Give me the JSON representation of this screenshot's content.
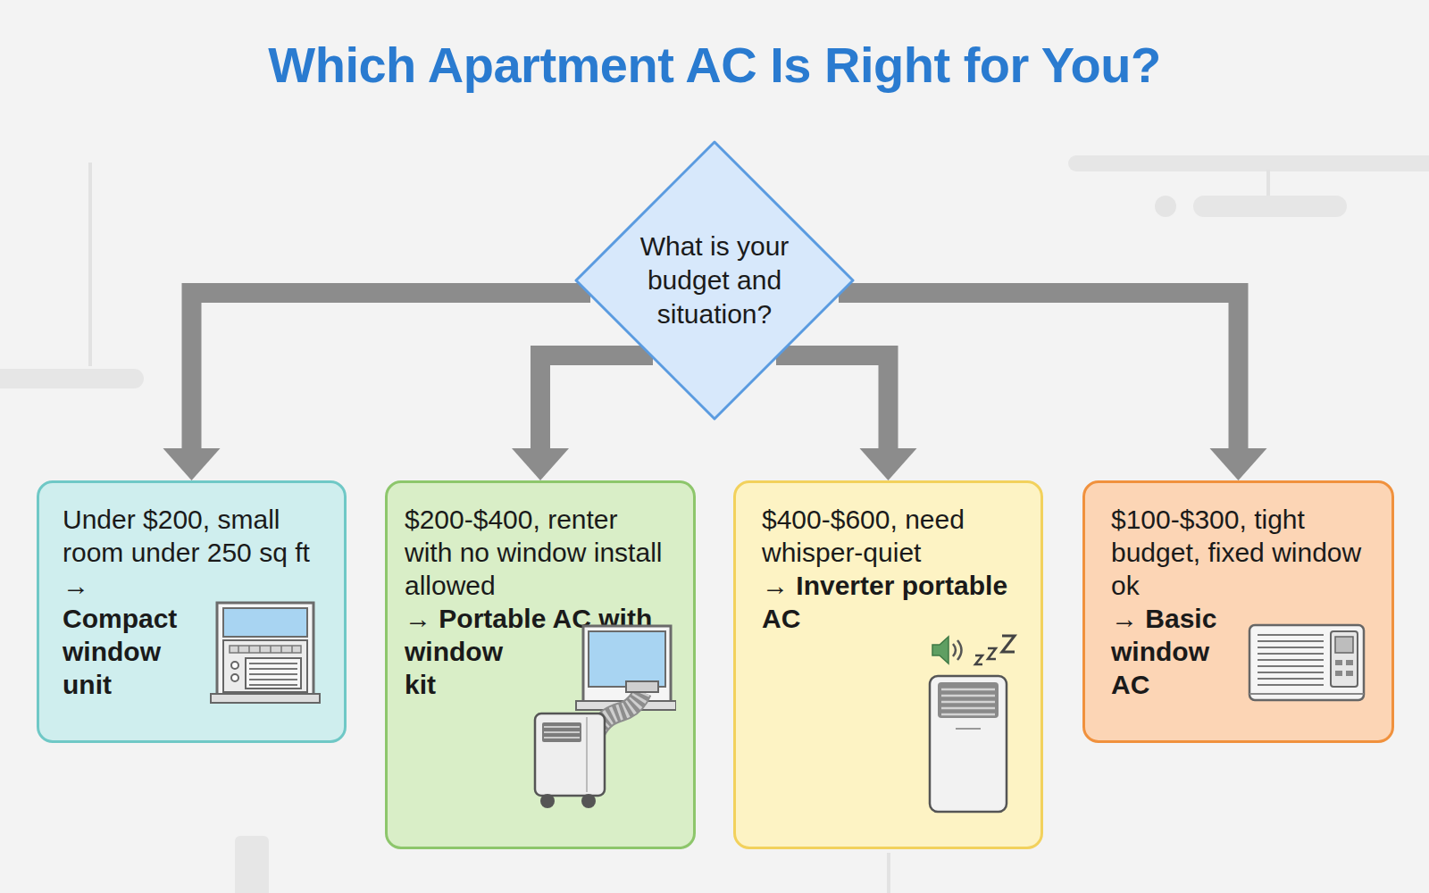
{
  "diagram": {
    "title": "Which Apartment AC Is Right for You?",
    "nodes": [
      {
        "text": [
          "What is your budget and situation?"
        ]
      },
      {
        "text": [
          "Under $200, small room under 250 sq ft →",
          "Compact window unit"
        ]
      },
      {
        "text": [
          "$200-$400, renter with no window install allowed",
          "→ Portable AC with window kit"
        ]
      },
      {
        "text": [
          "$400-$600, need whisper-quiet",
          "→ Inverter portable AC"
        ]
      },
      {
        "text": [
          "$100-$300, tight budget, fixed window ok",
          "→ Basic window AC"
        ]
      }
    ],
    "edges": [
      {
        "from": 0,
        "to": 1,
        "arrow": "to"
      },
      {
        "from": 0,
        "to": 2,
        "arrow": "to"
      },
      {
        "from": 0,
        "to": 3,
        "arrow": "to"
      },
      {
        "from": 0,
        "to": 4,
        "arrow": "to"
      }
    ]
  }
}
